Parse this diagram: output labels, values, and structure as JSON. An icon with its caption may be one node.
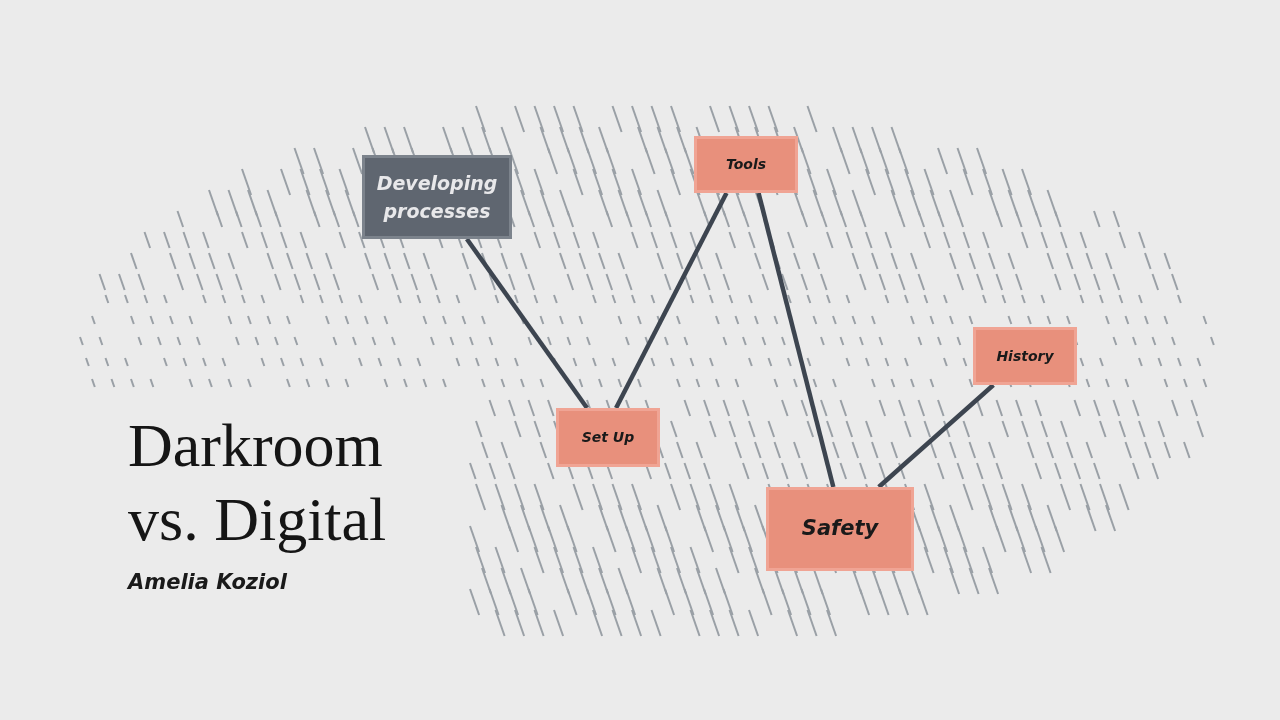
{
  "diagram": {
    "title": "Darkroom vs. Digital",
    "nodes": [
      {
        "text": [
          "Developing processes"
        ]
      },
      {
        "text": [
          "Tools"
        ]
      },
      {
        "text": [
          "History"
        ]
      },
      {
        "text": [
          "Set Up"
        ]
      },
      {
        "text": [
          "Safety"
        ]
      }
    ],
    "edges": [
      {
        "from": 0,
        "to": 3,
        "arrow": "none"
      },
      {
        "from": 1,
        "to": 3,
        "arrow": "none"
      },
      {
        "from": 1,
        "to": 4,
        "arrow": "none"
      },
      {
        "from": 2,
        "to": 4,
        "arrow": "none"
      }
    ],
    "labels": [
      "Amelia Koziol"
    ]
  }
}
